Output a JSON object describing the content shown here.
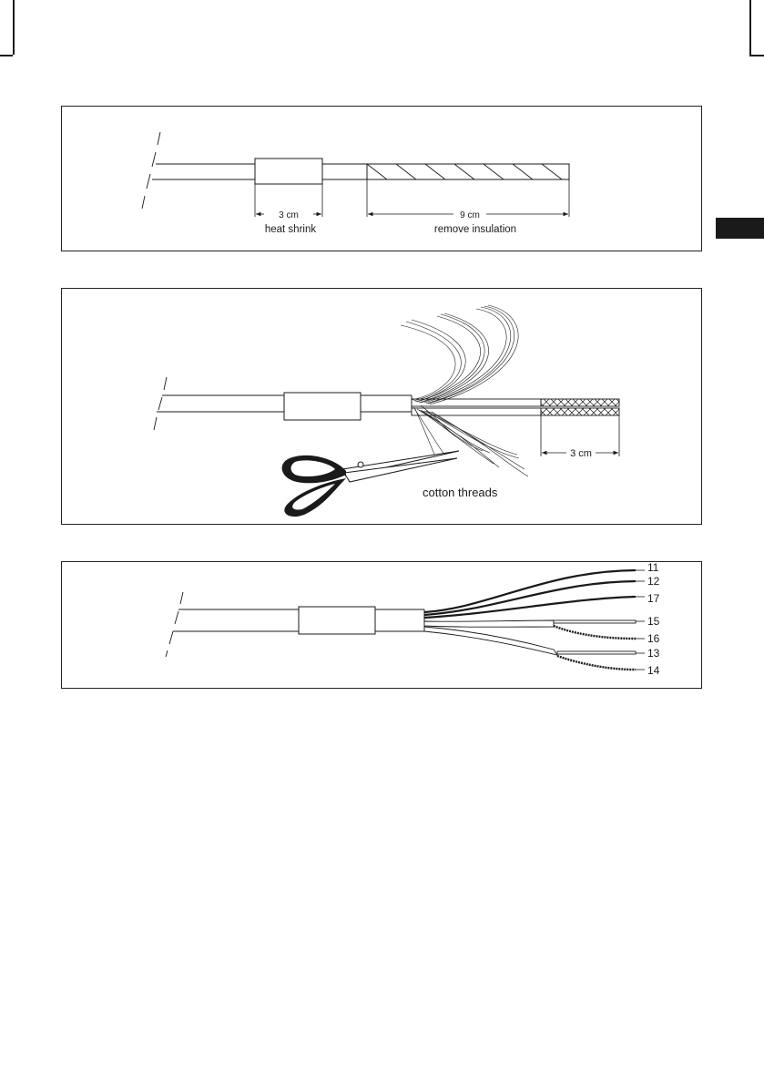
{
  "panel1": {
    "dim_heat_shrink": "3 cm",
    "label_heat_shrink": "heat shrink",
    "dim_insulation": "9 cm",
    "label_insulation": "remove insulation"
  },
  "panel2": {
    "dim_braid": "3 cm",
    "label_threads": "cotton threads"
  },
  "panel3": {
    "wire_labels": [
      "11",
      "12",
      "17",
      "15",
      "16",
      "13",
      "14"
    ]
  },
  "colors": {
    "ink": "#1a1a1a",
    "paper": "#ffffff"
  }
}
